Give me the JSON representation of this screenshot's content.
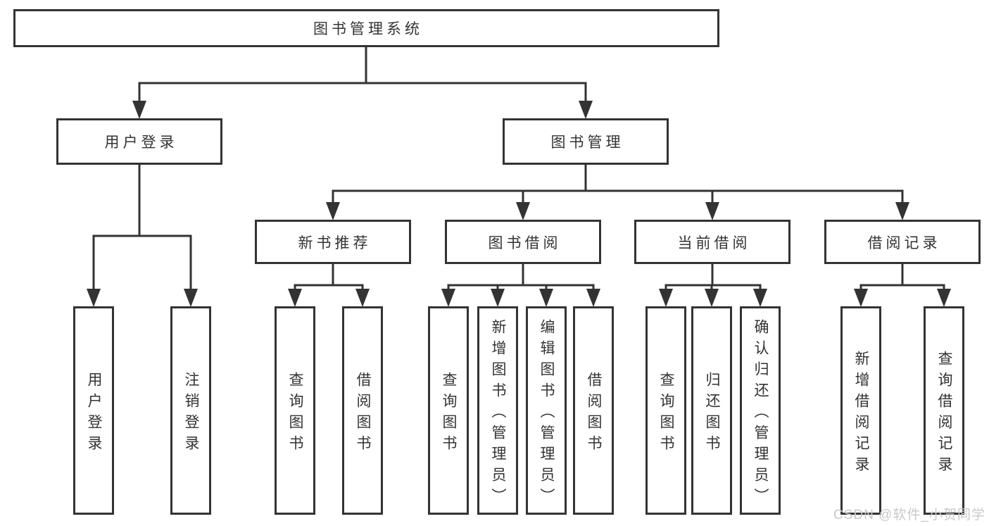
{
  "diagram": {
    "root": {
      "label": "图书管理系统"
    },
    "branches": [
      {
        "label": "用户登录",
        "children": [
          {
            "label": "用户登录"
          },
          {
            "label": "注销登录"
          }
        ]
      },
      {
        "label": "图书管理",
        "children": [
          {
            "label": "新书推荐",
            "children": [
              {
                "label": "查询图书"
              },
              {
                "label": "借阅图书"
              }
            ]
          },
          {
            "label": "图书借阅",
            "children": [
              {
                "label": "查询图书"
              },
              {
                "label": "新增图书（管理员）"
              },
              {
                "label": "编辑图书（管理员）"
              },
              {
                "label": "借阅图书"
              }
            ]
          },
          {
            "label": "当前借阅",
            "children": [
              {
                "label": "查询图书"
              },
              {
                "label": "归还图书"
              },
              {
                "label": "确认归还（管理员）"
              }
            ]
          },
          {
            "label": "借阅记录",
            "children": [
              {
                "label": "新增借阅记录"
              },
              {
                "label": "查询借阅记录"
              }
            ]
          }
        ]
      }
    ]
  },
  "watermark": {
    "text": "CSDN @软件_小贺同学"
  },
  "colors": {
    "line": "#333333",
    "text": "#333333",
    "background": "#ffffff",
    "watermark": "#c9c9c9"
  }
}
